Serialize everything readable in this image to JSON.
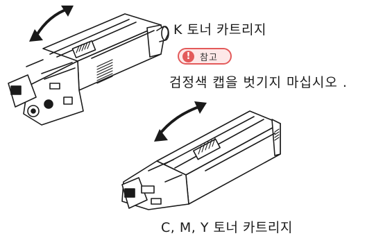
{
  "k_cartridge": {
    "label": "K 토너 카트리지"
  },
  "note": {
    "icon_symbol": "!",
    "label": "참고",
    "text": "검정색 캡을 벗기지 마십시오 .",
    "accent_color": "#e35a5a",
    "fill_color": "#fde8e8"
  },
  "cmy_cartridge": {
    "label": "C, M, Y 토너 카트리지"
  },
  "icons": {
    "rotation_arrow_top": "curved-double-arrow-icon",
    "rotation_arrow_bottom": "curved-double-arrow-icon"
  }
}
